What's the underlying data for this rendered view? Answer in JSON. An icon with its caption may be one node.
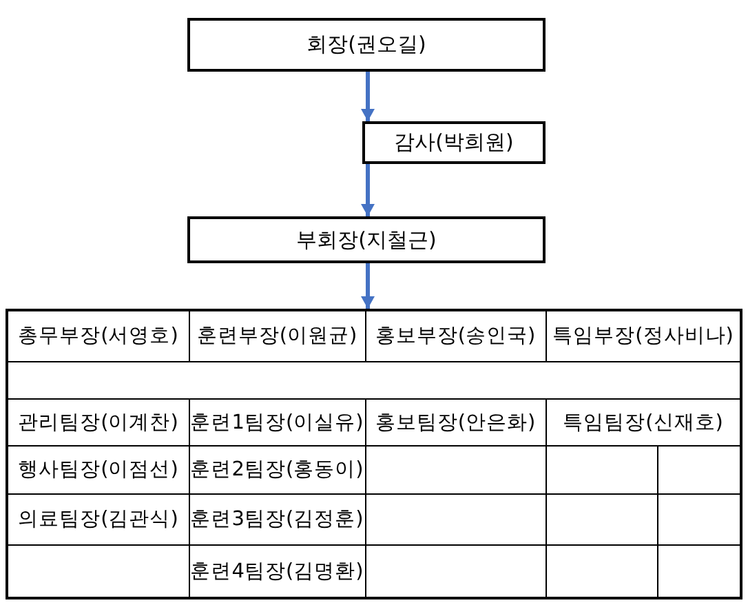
{
  "diagram": {
    "nodes": [
      {
        "text": [
          "회장(권오길)"
        ]
      },
      {
        "text": [
          "감사(박희원)"
        ]
      },
      {
        "text": [
          "부회장(지철근)"
        ]
      },
      {
        "text": [],
        "shape": "box"
      }
    ],
    "edges": [
      {
        "from": 0,
        "to": 1,
        "arrow": "to"
      },
      {
        "from": 1,
        "to": 2,
        "arrow": "to"
      },
      {
        "from": 2,
        "to": 3,
        "arrow": "to"
      }
    ],
    "labels": [
      "총무부장(서영호)",
      "훈련부장(이원균)",
      "홍보부장(송인국)",
      "특임부장(정사비나)",
      "관리팀장(이계찬)",
      "훈련1팀장(이실유)",
      "홍보팀장(안은화)",
      "특임팀장(신재호)",
      "행사팀장(이점선)",
      "훈련2팀장(홍동이)",
      "의료팀장(김관식)",
      "훈련3팀장(김정훈)",
      "훈련4팀장(김명환)"
    ]
  }
}
